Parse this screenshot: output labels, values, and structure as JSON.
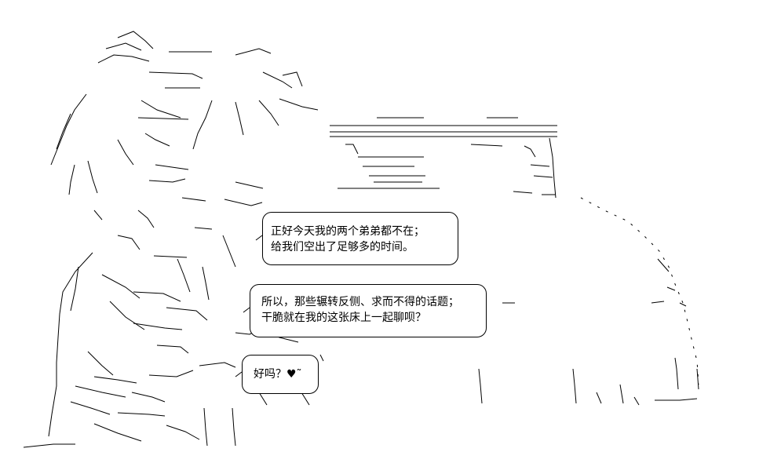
{
  "dialogue": {
    "bubble_1": {
      "line_1": "正好今天我的两个弟弟都不在；",
      "line_2": "给我们空出了足够多的时间。"
    },
    "bubble_2": {
      "line_1": "所以，那些辗转反侧、求而不得的话题；",
      "line_2": "干脆就在我的这张床上一起聊呗？"
    },
    "bubble_3": {
      "line_1": "好吗？♥˜"
    }
  }
}
